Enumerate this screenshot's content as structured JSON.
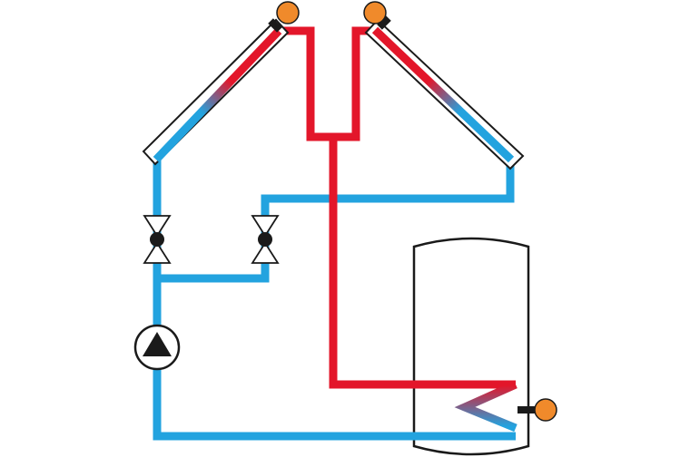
{
  "colors": {
    "hot": "#e3162a",
    "cold": "#23a3df",
    "sensor": "#f08a2b",
    "outline": "#1a1a1a",
    "background": "#ffffff"
  },
  "components": [
    {
      "name": "solar-collector-left",
      "icon": "solar-collector-icon"
    },
    {
      "name": "solar-collector-right",
      "icon": "solar-collector-icon"
    },
    {
      "name": "temperature-sensor-left-collector",
      "icon": "temperature-sensor-icon"
    },
    {
      "name": "temperature-sensor-right-collector",
      "icon": "temperature-sensor-icon"
    },
    {
      "name": "temperature-sensor-storage-tank",
      "icon": "temperature-sensor-icon"
    },
    {
      "name": "valve-left",
      "icon": "valve-icon"
    },
    {
      "name": "valve-right",
      "icon": "valve-icon"
    },
    {
      "name": "circulation-pump",
      "icon": "pump-icon"
    },
    {
      "name": "storage-tank",
      "icon": "tank-icon"
    },
    {
      "name": "heat-exchanger-coil",
      "icon": "coil-icon"
    }
  ]
}
